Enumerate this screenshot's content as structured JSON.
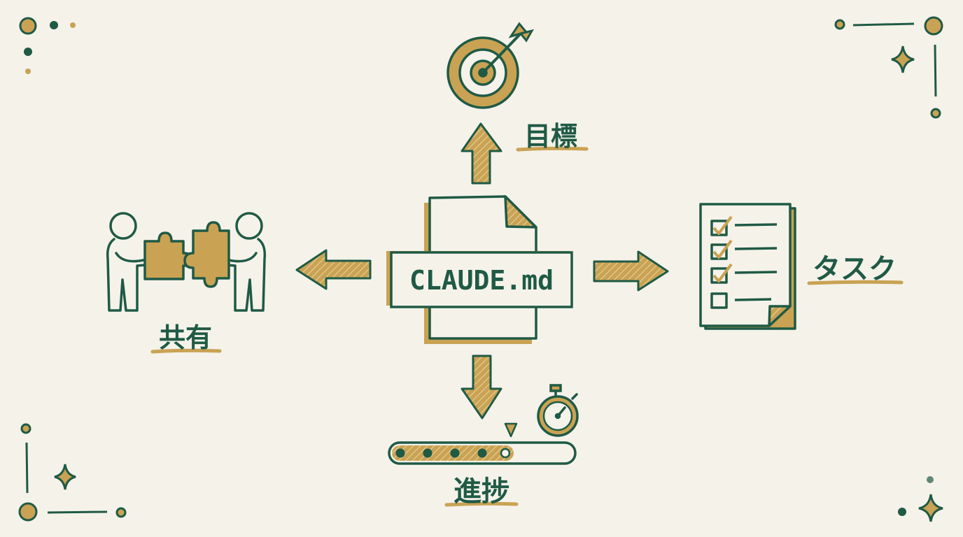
{
  "center": {
    "title": "CLAUDE.md",
    "icon": "document-icon"
  },
  "branches": {
    "goal": {
      "label": "目標",
      "icon": "target-icon"
    },
    "task": {
      "label": "タスク",
      "icon": "checklist-icon"
    },
    "progress": {
      "label": "進捗",
      "icon": "stopwatch-icon",
      "filled_steps": 4
    },
    "share": {
      "label": "共有",
      "icon": "puzzle-people-icon"
    }
  },
  "colors": {
    "background": "#f5f2ea",
    "ink": "#1f5a45",
    "accent": "#c9a253"
  }
}
